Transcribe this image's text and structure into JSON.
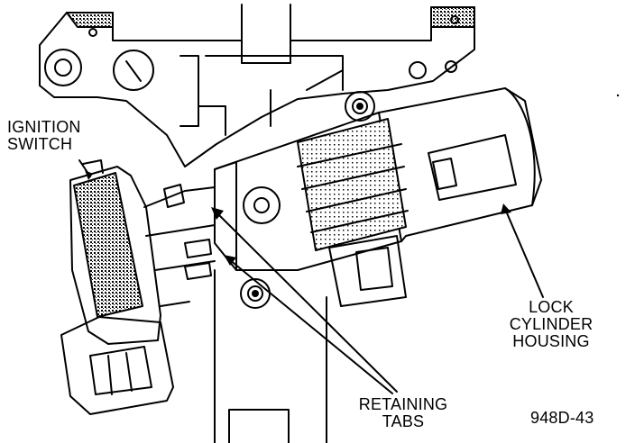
{
  "diagram": {
    "labels": {
      "ignition_switch": [
        "IGNITION",
        "SWITCH"
      ],
      "lock_cylinder_housing": [
        "LOCK",
        "CYLINDER",
        "HOUSING"
      ],
      "retaining_tabs": [
        "RETAINING",
        "TABS"
      ]
    },
    "figure_id": "948D-43",
    "colors": {
      "ink": "#000000",
      "paper": "#ffffff",
      "shade": "#444444"
    }
  }
}
